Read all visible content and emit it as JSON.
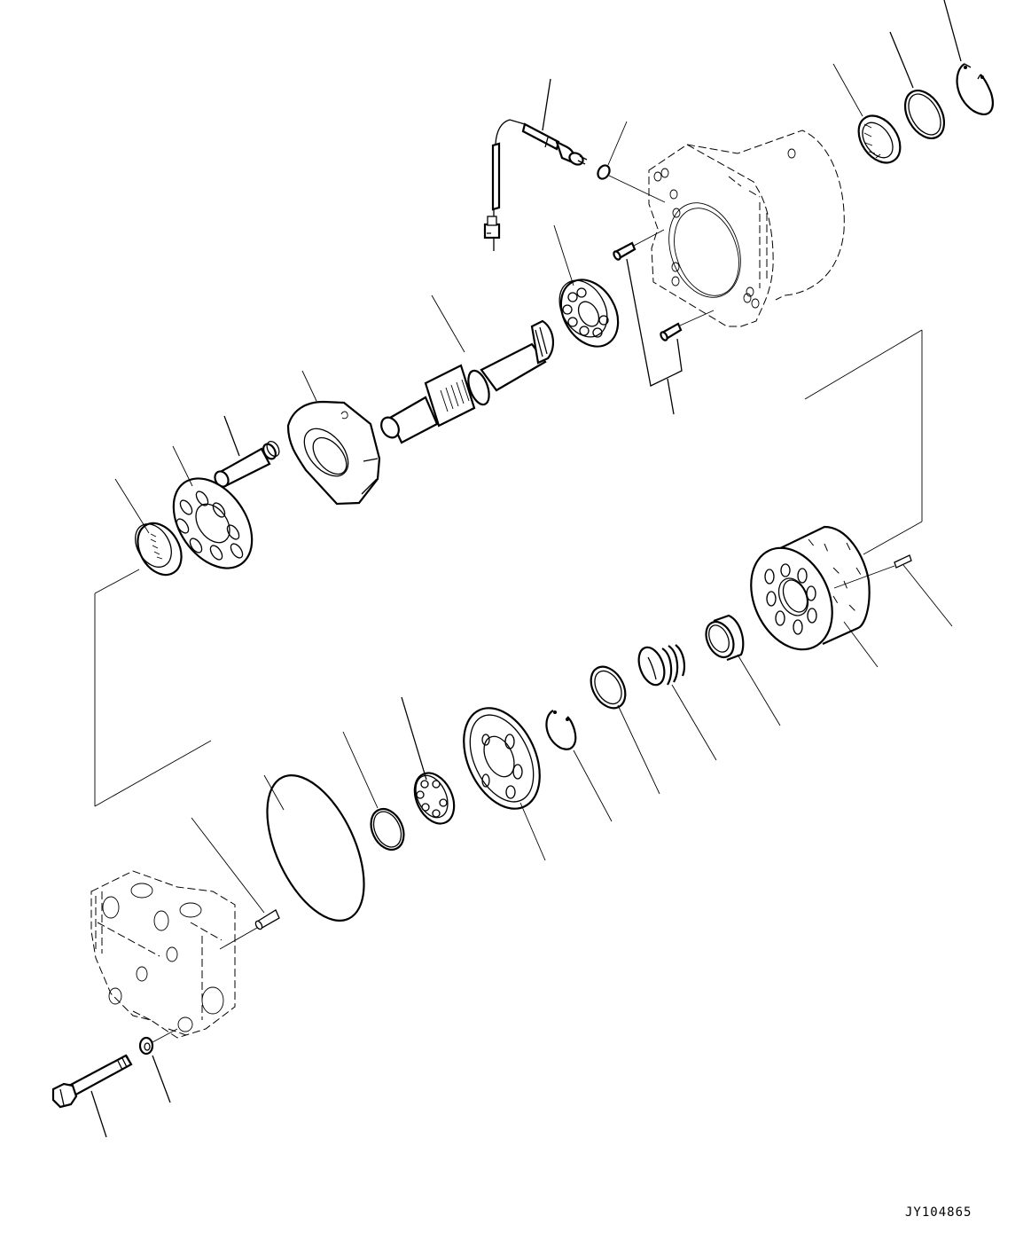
{
  "figure": {
    "id_label": "JY104865",
    "type": "exploded parts diagram",
    "colors": {
      "line": "#000000",
      "background": "#ffffff"
    }
  },
  "parts": [
    {
      "name": "speed-sensor-harness"
    },
    {
      "name": "o-ring-small"
    },
    {
      "name": "motor-housing"
    },
    {
      "name": "oil-seal"
    },
    {
      "name": "retaining-ring-large"
    },
    {
      "name": "snap-ring-top"
    },
    {
      "name": "ball-bearing-front"
    },
    {
      "name": "dowel-pins-housing"
    },
    {
      "name": "drive-shaft"
    },
    {
      "name": "swash-plate"
    },
    {
      "name": "guide-pin"
    },
    {
      "name": "retainer-plate"
    },
    {
      "name": "roller-bearing"
    },
    {
      "name": "cylinder-block"
    },
    {
      "name": "pin-cylinder"
    },
    {
      "name": "spherical-bushing"
    },
    {
      "name": "spring"
    },
    {
      "name": "spacer-ring"
    },
    {
      "name": "snap-ring-mid"
    },
    {
      "name": "valve-plate"
    },
    {
      "name": "ball-bearing-rear"
    },
    {
      "name": "ring-small"
    },
    {
      "name": "o-ring-large"
    },
    {
      "name": "dowel-pin-cover"
    },
    {
      "name": "end-cover"
    },
    {
      "name": "washer"
    },
    {
      "name": "bolt"
    }
  ]
}
